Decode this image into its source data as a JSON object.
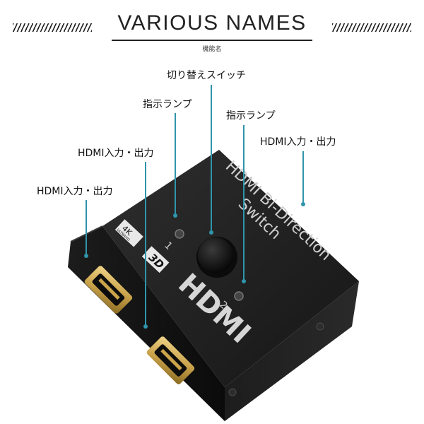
{
  "header": {
    "title": "VARIOUS NAMES",
    "subtitle": "機能名"
  },
  "callouts": {
    "switch_button": "切り替えスイッチ",
    "indicator_lamp_1": "指示ランプ",
    "indicator_lamp_2": "指示ランプ",
    "hdmi_port_left": "HDMI入力・出力",
    "hdmi_port_middle": "HDMI入力・出力",
    "hdmi_port_right": "HDMI入力・出力"
  },
  "device": {
    "top_text_line1": "HDMI Bi-Direction",
    "top_text_line2": "Switch",
    "badge_4k": "4K",
    "badge_ultrahd": "ULTRAHD",
    "badge_3d": "3D",
    "logo": "HDMI",
    "lamp_1_number": "1",
    "lamp_2_number": "2"
  },
  "colors": {
    "leader_line": "#2f95ab",
    "device_body": "#141414",
    "port_gold": "#c9a24a"
  }
}
